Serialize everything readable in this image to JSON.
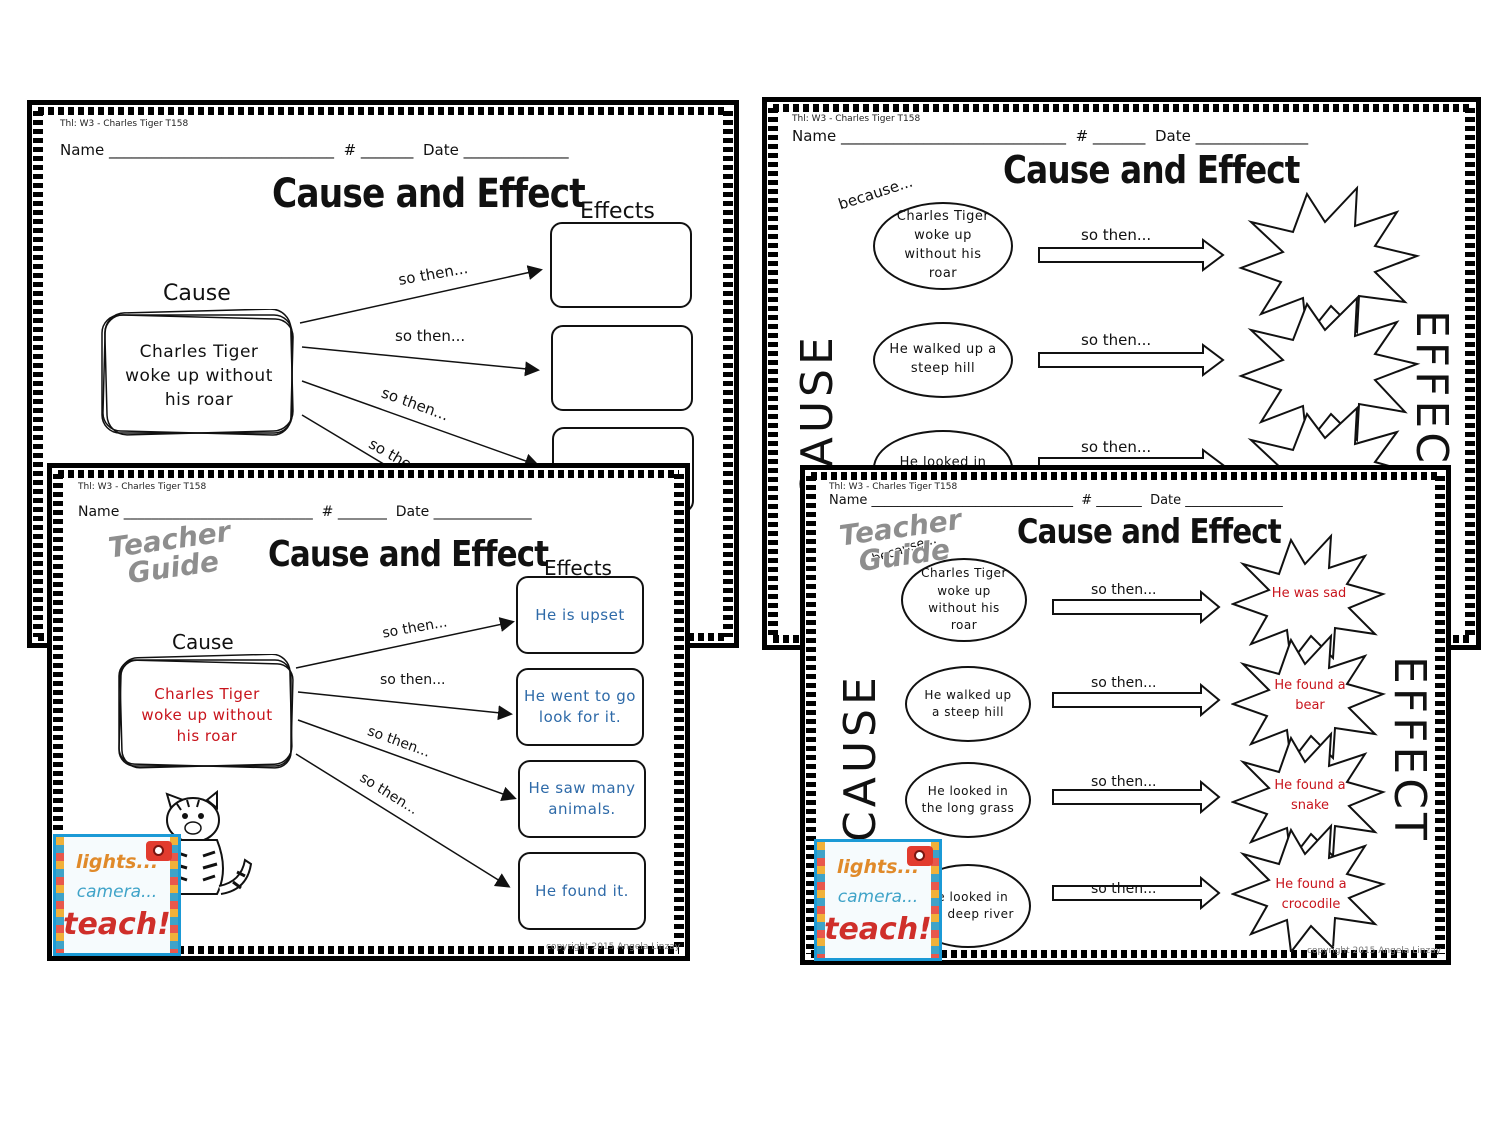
{
  "common": {
    "header_code": "Thl: W3  -  Charles Tiger T158",
    "name_label": "Name",
    "number_label": "#",
    "date_label": "Date",
    "title": "Cause and Effect",
    "so_then": "so then...",
    "because": "because...",
    "copyright": "copyright 2015 Angela Linzay",
    "teacher_guide_line1": "Teacher",
    "teacher_guide_line2": "Guide"
  },
  "sheet_a": {
    "cause_label": "Cause",
    "effects_label": "Effects",
    "cause_text": "Charles Tiger woke up without his roar",
    "so_then_partial": "so the"
  },
  "sheet_b": {
    "cause_word": "CAUSE",
    "effect_word": "EFFECT",
    "causes": [
      "Charles Tiger woke up without his roar",
      "He walked up a steep hill",
      "He looked in the"
    ]
  },
  "sheet_c": {
    "cause_label": "Cause",
    "effects_label": "Effects",
    "cause_text": "Charles Tiger woke up without his roar",
    "effects": [
      "He is upset",
      "He went to go look for it.",
      "He saw many animals.",
      "He found it."
    ]
  },
  "sheet_d": {
    "cause_word": "CAUSE",
    "effect_word": "EFFECT",
    "causes": [
      "Charles Tiger woke up without his roar",
      "He walked up a steep hill",
      "He looked in the long grass",
      "He looked in the deep river"
    ],
    "effects": [
      "He was sad",
      "He found a bear",
      "He found a snake",
      "He found a crocodile"
    ]
  },
  "logo": {
    "line1": "lights...",
    "line2": "camera...",
    "line3": "teach!"
  },
  "colors": {
    "answer_blue": "#2e6aa8",
    "answer_red": "#c8141c",
    "logo_border": "#1b9ad6",
    "teacher_guide_gray": "#8e8e8e"
  }
}
